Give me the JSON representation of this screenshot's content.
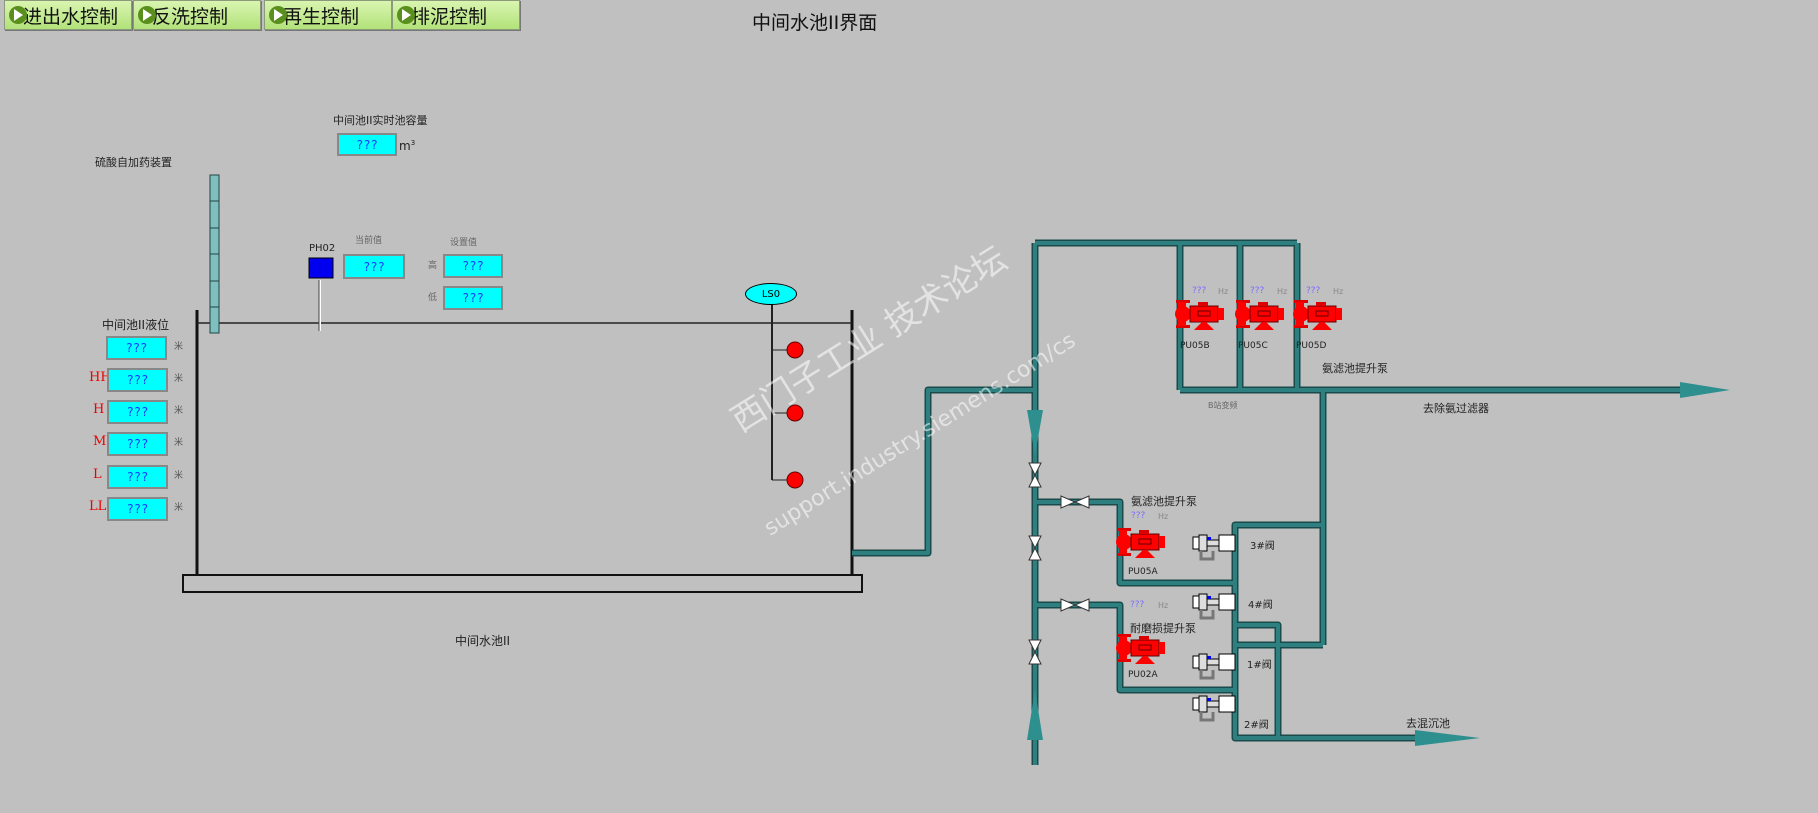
{
  "nav": [
    {
      "label": "进出水控制"
    },
    {
      "label": "反洗控制"
    },
    {
      "label": "再生控制"
    },
    {
      "label": "排泥控制"
    }
  ],
  "title": "中间水池II界面",
  "capacity": {
    "label": "中间池II实时池容量",
    "value": "???",
    "unit": "m",
    "sup": "3"
  },
  "dosing": {
    "label": "硫酸自加药装置"
  },
  "ph": {
    "tag": "PH02",
    "current_label": "当前值",
    "current": "???",
    "setpoint_label": "设置值",
    "high_label": "高",
    "high": "???",
    "low_label": "低",
    "low": "???"
  },
  "level": {
    "label": "中间池II液位",
    "unit": "米",
    "value": "???",
    "alarms": [
      {
        "tag": "HH",
        "value": "???"
      },
      {
        "tag": "H",
        "value": "???"
      },
      {
        "tag": "M",
        "value": "???"
      },
      {
        "tag": "L",
        "value": "???"
      },
      {
        "tag": "LL",
        "value": "???"
      }
    ]
  },
  "switch": {
    "tag": "LS0"
  },
  "tank_label": "中间水池II",
  "pumps_top": [
    {
      "tag": "PU05B",
      "freq": "???",
      "unit": "Hz"
    },
    {
      "tag": "PU05C",
      "freq": "???",
      "unit": "Hz"
    },
    {
      "tag": "PU05D",
      "freq": "???",
      "unit": "Hz"
    }
  ],
  "top_group_label": "氨滤池提升泵",
  "vfd_label": "B站变频",
  "to_filter": "去除氨过滤器",
  "pump_a": {
    "group": "氨滤池提升泵",
    "tag": "PU05A",
    "freq": "???",
    "unit": "Hz"
  },
  "pump_b": {
    "group": "耐磨损提升泵",
    "tag": "PU02A",
    "freq": "???",
    "unit": "Hz"
  },
  "valves": [
    {
      "label": "3#阀"
    },
    {
      "label": "4#阀"
    },
    {
      "label": "1#阀"
    },
    {
      "label": "2#阀"
    }
  ],
  "to_sed": "去混沉池",
  "watermark": {
    "line1": "西门子工业 技术论坛",
    "line2": "support.industry.siemens.com/cs"
  },
  "colors": {
    "pipe": "#2e8080",
    "value_box": "#00ffff",
    "pump": "#ff0000",
    "alarm_text": "#ee0000"
  }
}
